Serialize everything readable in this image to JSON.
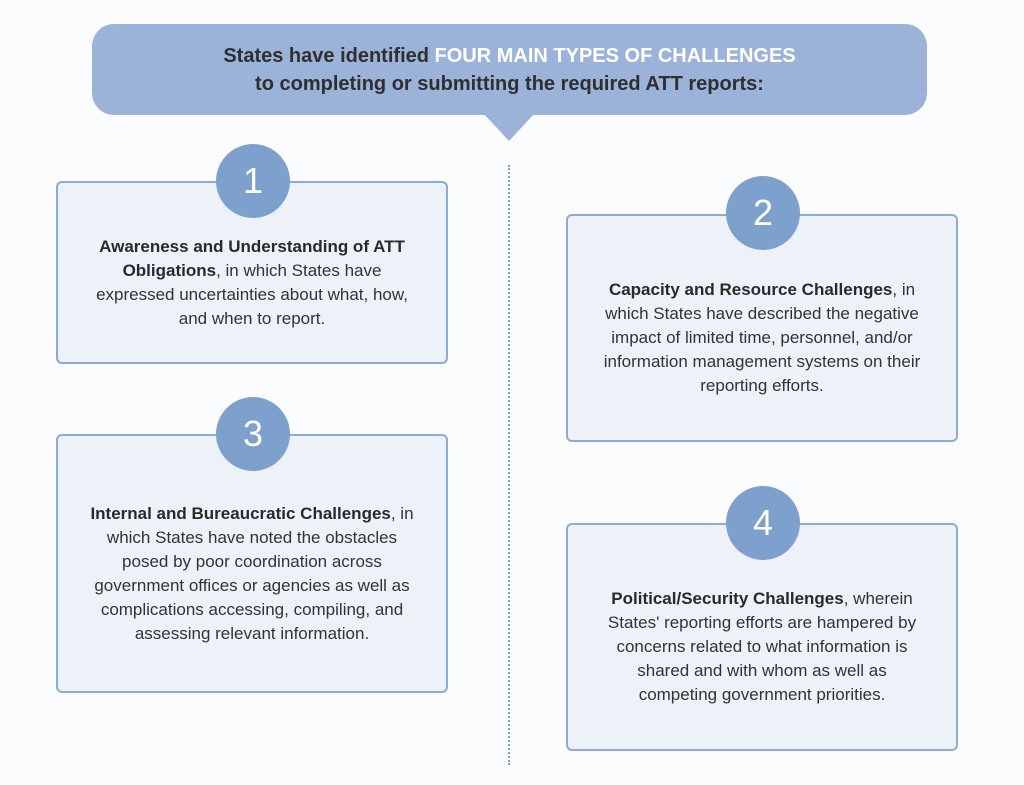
{
  "banner": {
    "line1_prefix": "States have identified ",
    "line1_highlight": "FOUR MAIN TYPES OF CHALLENGES",
    "line2": "to completing or submitting the required ATT reports:"
  },
  "challenges": [
    {
      "number": "1",
      "title": "Awareness and Understanding of ATT Obligations",
      "text": ", in which States have expressed uncertainties about what, how, and when to report."
    },
    {
      "number": "2",
      "title": "Capacity and Resource Challenges",
      "text": ", in which States have described the negative impact of limited time, personnel, and/or information management systems on their reporting efforts."
    },
    {
      "number": "3",
      "title": "Internal and Bureaucratic Challenges",
      "text": ", in which States have noted the obstacles posed by poor coordination across government offices or agencies as well as complications accessing, compiling, and assessing relevant information."
    },
    {
      "number": "4",
      "title": "Political/Security Challenges",
      "text": ", wherein States' reporting efforts are hampered by concerns related to what information is shared and with whom as well as competing government priorities."
    }
  ],
  "colors": {
    "banner": "#9bb3d8",
    "circle": "#7ea0cc",
    "box_bg": "#edf1f8",
    "box_border": "#8eaad6"
  }
}
